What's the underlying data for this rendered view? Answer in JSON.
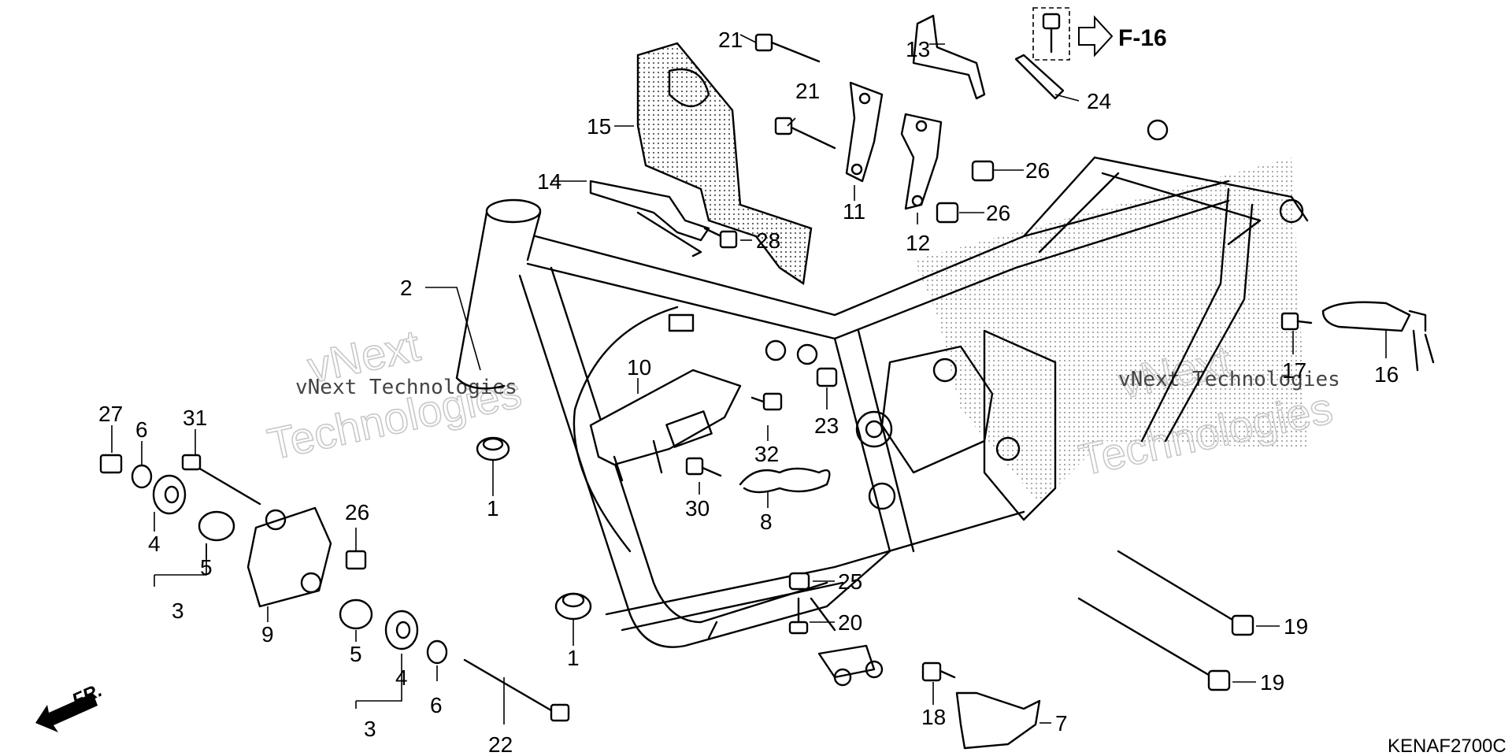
{
  "diagram_code": "KENAF2700C",
  "cross_reference": "F-16",
  "direction_label": "FR.",
  "watermark": {
    "brand": "vNext",
    "company": "Technologies",
    "caption": "vNext Technologies"
  },
  "callouts": {
    "c1a": "1",
    "c1b": "1",
    "c2": "2",
    "c3a": "3",
    "c3b": "3",
    "c4a": "4",
    "c4b": "4",
    "c5a": "5",
    "c5b": "5",
    "c6a": "6",
    "c6b": "6",
    "c7": "7",
    "c8": "8",
    "c9": "9",
    "c10": "10",
    "c11": "11",
    "c12": "12",
    "c13": "13",
    "c14": "14",
    "c15": "15",
    "c16": "16",
    "c17": "17",
    "c18": "18",
    "c19a": "19",
    "c19b": "19",
    "c20": "20",
    "c21a": "21",
    "c21b": "21",
    "c22": "22",
    "c23": "23",
    "c24": "24",
    "c25": "25",
    "c26a": "26",
    "c26b": "26",
    "c26c": "26",
    "c27": "27",
    "c28": "28",
    "c30": "30",
    "c31": "31",
    "c32": "32"
  }
}
